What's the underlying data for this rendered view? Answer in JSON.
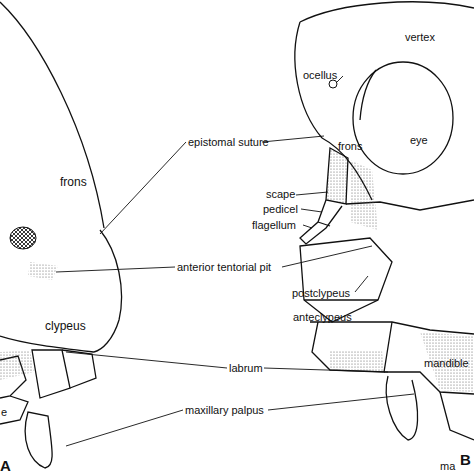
{
  "diagram": {
    "labels": [
      "frons",
      "clypeus",
      "e",
      "A",
      "epistomal suture",
      "anterior tentorial pit",
      "labrum",
      "maxillary palpus",
      "vertex",
      "ocellus",
      "frons",
      "eye",
      "scape",
      "pedicel",
      "flagellum",
      "postclypeus",
      "anteclypeus",
      "mandible",
      "ma",
      "B"
    ]
  }
}
